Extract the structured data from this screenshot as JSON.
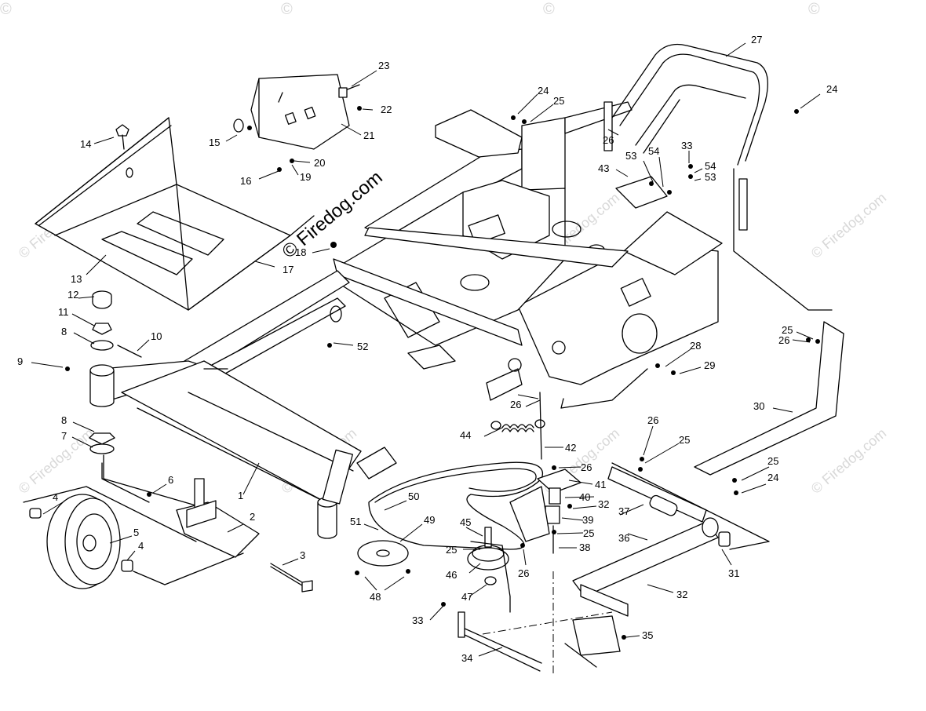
{
  "watermark": {
    "brand": "Firedog.com",
    "small": "© Firedog.com",
    "edge": "©"
  },
  "callouts": {
    "c1": "1",
    "c2": "2",
    "c3": "3",
    "c4a": "4",
    "c4b": "4",
    "c5": "5",
    "c6": "6",
    "c7": "7",
    "c8a": "8",
    "c8b": "8",
    "c9": "9",
    "c10": "10",
    "c11": "11",
    "c12": "12",
    "c13": "13",
    "c14": "14",
    "c15": "15",
    "c16": "16",
    "c17": "17",
    "c18": "18",
    "c19": "19",
    "c20": "20",
    "c21": "21",
    "c22": "22",
    "c23": "23",
    "c24a": "24",
    "c24b": "24",
    "c24c": "24",
    "c25a": "25",
    "c25b": "25",
    "c25c": "25",
    "c25d": "25",
    "c25e": "25",
    "c25f": "25",
    "c26a": "26",
    "c26b": "26",
    "c26c": "26",
    "c26d": "26",
    "c26e": "26",
    "c26f": "26",
    "c27": "27",
    "c28": "28",
    "c29": "29",
    "c30": "30",
    "c31": "31",
    "c32a": "32",
    "c32b": "32",
    "c33a": "33",
    "c33b": "33",
    "c34": "34",
    "c35": "35",
    "c36": "36",
    "c37": "37",
    "c38": "38",
    "c39": "39",
    "c40": "40",
    "c41": "41",
    "c42": "42",
    "c43": "43",
    "c44": "44",
    "c45": "45",
    "c46": "46",
    "c47": "47",
    "c48": "48",
    "c49": "49",
    "c50": "50",
    "c51": "51",
    "c52": "52",
    "c53a": "53",
    "c53b": "53",
    "c54a": "54",
    "c54b": "54"
  }
}
